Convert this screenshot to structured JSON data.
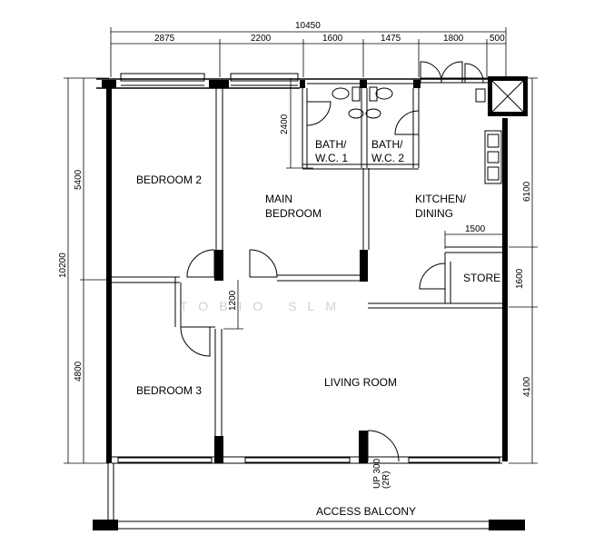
{
  "rooms": {
    "bedroom2": "BEDROOM 2",
    "main_bedroom_line1": "MAIN",
    "main_bedroom_line2": "BEDROOM",
    "bath1_line1": "BATH/",
    "bath1_line2": "W.C. 1",
    "bath2_line1": "BATH/",
    "bath2_line2": "W.C. 2",
    "kitchen_line1": "KITCHEN/",
    "kitchen_line2": "DINING",
    "store": "STORE",
    "bedroom3": "BEDROOM 3",
    "living_room": "LIVING ROOM",
    "access_balcony": "ACCESS BALCONY"
  },
  "dimensions": {
    "top_total": "10450",
    "top_segments": [
      "2875",
      "2200",
      "1600",
      "1475",
      "1800",
      "500"
    ],
    "left_total": "10200",
    "left_upper": "5400",
    "left_lower": "4800",
    "right_upper": "6100",
    "right_middle": "1600",
    "right_lower": "4100",
    "bath_height": "2400",
    "store_width": "1500",
    "door_gap": "1200",
    "step_up": "UP 300",
    "step_risers": "(2R)"
  },
  "watermark": "TOBIO SLM"
}
